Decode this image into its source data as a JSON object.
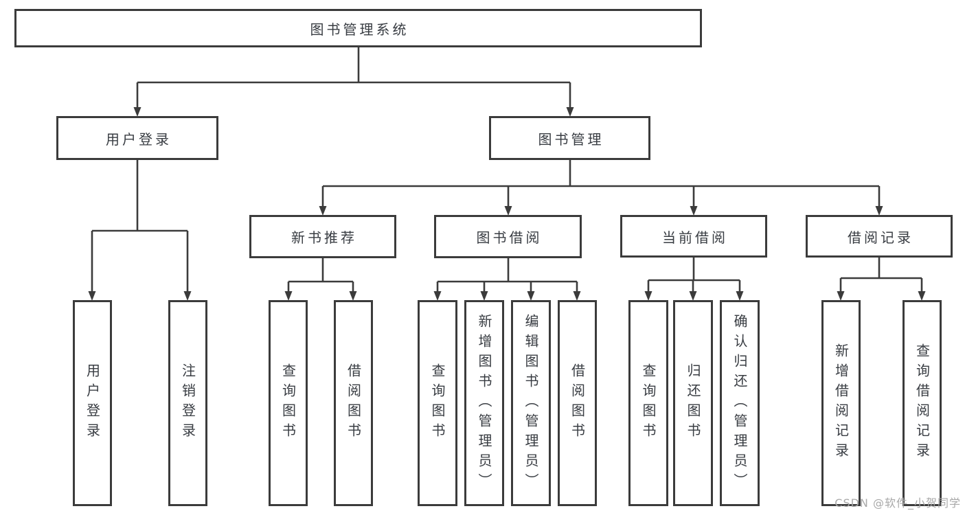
{
  "nodes": {
    "root": {
      "label": "图书管理系统"
    },
    "user_login": {
      "label": "用户登录"
    },
    "book_management": {
      "label": "图书管理"
    },
    "new_book_recommend": {
      "label": "新书推荐"
    },
    "book_borrow": {
      "label": "图书借阅"
    },
    "current_borrow": {
      "label": "当前借阅"
    },
    "borrow_records": {
      "label": "借阅记录"
    },
    "login_user_login": {
      "label": "用户登录"
    },
    "login_logout": {
      "label": "注销登录"
    },
    "recommend_query_books": {
      "label": "查询图书"
    },
    "recommend_borrow_books": {
      "label": "借阅图书"
    },
    "borrow_query_books": {
      "label": "查询图书"
    },
    "borrow_add_books": {
      "label": "新增图书（管理员）"
    },
    "borrow_edit_books": {
      "label": "编辑图书（管理员）"
    },
    "borrow_borrow_books": {
      "label": "借阅图书"
    },
    "current_query_books": {
      "label": "查询图书"
    },
    "current_return_books": {
      "label": "归还图书"
    },
    "current_confirm_return": {
      "label": "确认归还（管理员）"
    },
    "records_add_record": {
      "label": "新增借阅记录"
    },
    "records_query_record": {
      "label": "查询借阅记录"
    }
  },
  "colors": {
    "line": "#3b3b3b",
    "text": "#383c42",
    "watermark": "#a8a8a8",
    "background": "#ffffff"
  },
  "watermark": {
    "text": "CSDN @软件_小贺同学"
  }
}
